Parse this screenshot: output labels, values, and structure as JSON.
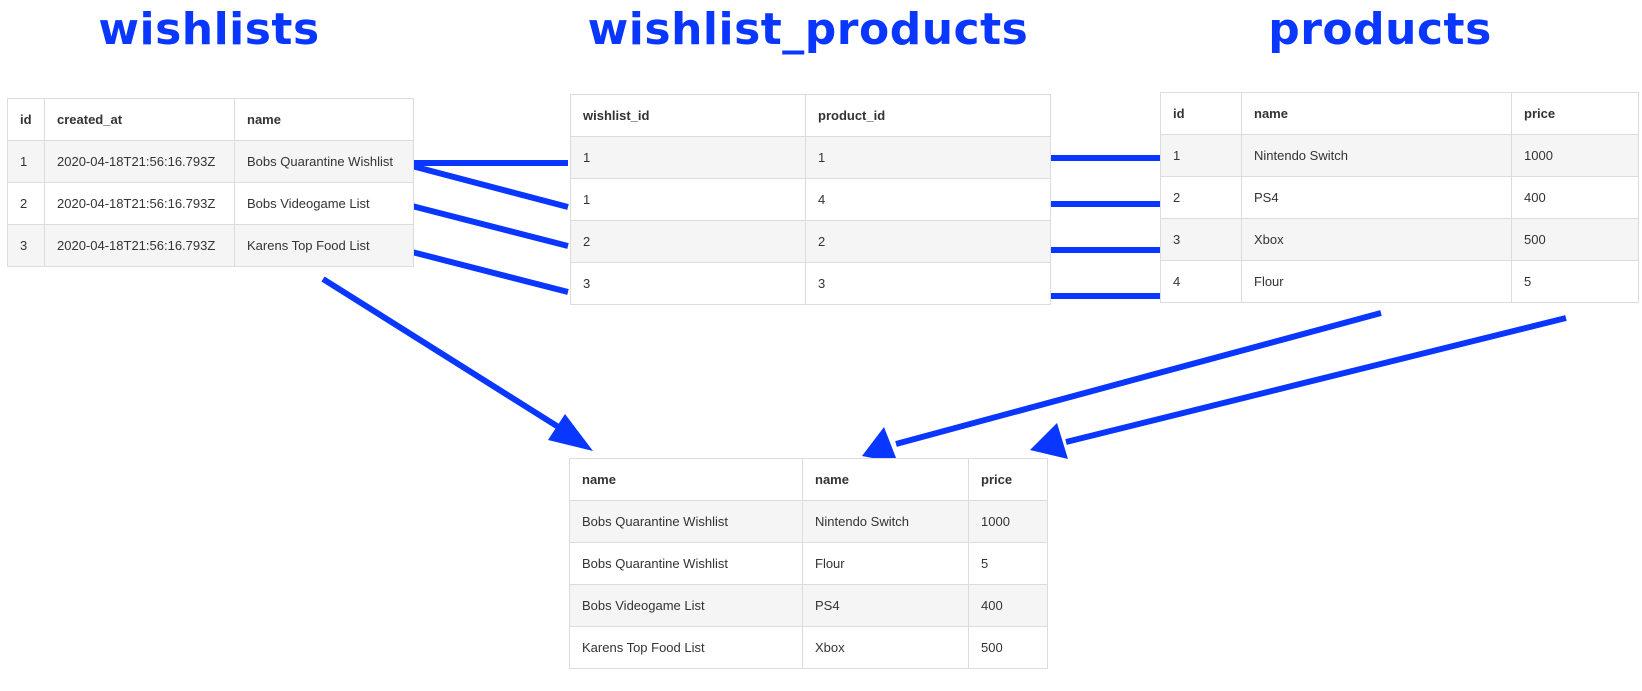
{
  "colors": {
    "accent": "#0a37ff",
    "border": "#dcdcdc",
    "stripe": "#f5f5f5",
    "text": "#333333"
  },
  "titles": {
    "wishlists": "wishlists",
    "wishlist_products": "wishlist_products",
    "products": "products"
  },
  "wishlists": {
    "headers": [
      "id",
      "created_at",
      "name"
    ],
    "rows": [
      [
        "1",
        "2020-04-18T21:56:16.793Z",
        "Bobs Quarantine Wishlist"
      ],
      [
        "2",
        "2020-04-18T21:56:16.793Z",
        "Bobs Videogame List"
      ],
      [
        "3",
        "2020-04-18T21:56:16.793Z",
        "Karens Top Food List"
      ]
    ]
  },
  "wishlist_products": {
    "headers": [
      "wishlist_id",
      "product_id"
    ],
    "rows": [
      [
        "1",
        "1"
      ],
      [
        "1",
        "4"
      ],
      [
        "2",
        "2"
      ],
      [
        "3",
        "3"
      ]
    ]
  },
  "products": {
    "headers": [
      "id",
      "name",
      "price"
    ],
    "rows": [
      [
        "1",
        "Nintendo Switch",
        "1000"
      ],
      [
        "2",
        "PS4",
        "400"
      ],
      [
        "3",
        "Xbox",
        "500"
      ],
      [
        "4",
        "Flour",
        "5"
      ]
    ]
  },
  "result": {
    "headers": [
      "name",
      "name",
      "price"
    ],
    "rows": [
      [
        "Bobs Quarantine Wishlist",
        "Nintendo Switch",
        "1000"
      ],
      [
        "Bobs Quarantine Wishlist",
        "Flour",
        "5"
      ],
      [
        "Bobs Videogame List",
        "PS4",
        "400"
      ],
      [
        "Karens Top Food List",
        "Xbox",
        "500"
      ]
    ]
  }
}
